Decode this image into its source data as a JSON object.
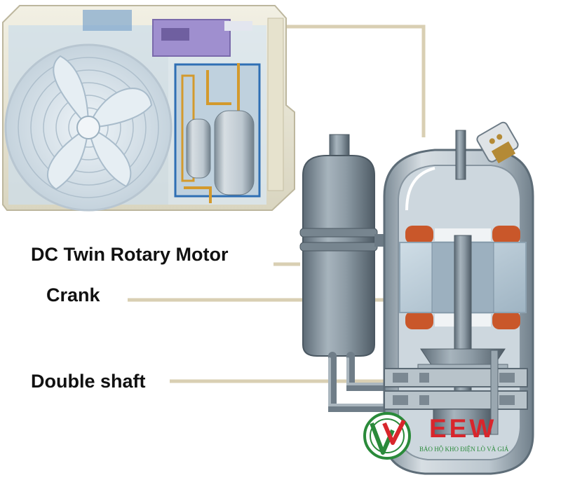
{
  "labels": {
    "motor": "DC Twin Rotary Motor",
    "crank": "Crank",
    "shaft": "Double shaft"
  },
  "logo": {
    "text": "EEW",
    "tagline": "BẢO HỘ KHO ĐIỆN LÒ VÀ GIÁ"
  },
  "colors": {
    "leader": "#d9cfb3",
    "casing": "#e9e6d5",
    "metal": "#7c8a95",
    "coil": "#c9572a",
    "stator": "#b7cbd8",
    "logo_red": "#d8262c",
    "logo_green": "#2a8a3a"
  }
}
